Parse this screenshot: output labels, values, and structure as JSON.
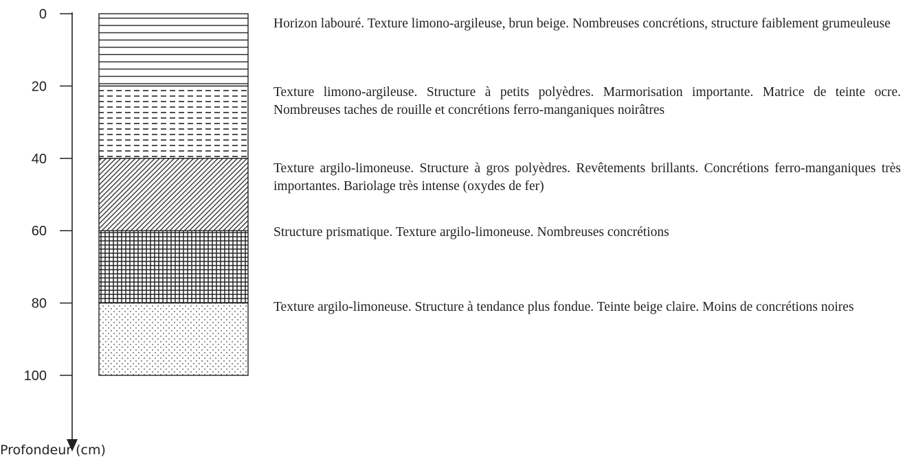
{
  "axis": {
    "label": "Profondeur (cm)",
    "ticks": [
      "0",
      "20",
      "40",
      "60",
      "80",
      "100"
    ]
  },
  "horizons": [
    {
      "name": "horizon-1",
      "pattern": "horizontal-lines",
      "top_cm": 0,
      "bottom_cm": 20,
      "description": "Horizon labouré. Texture limono-argileuse, brun beige. Nombreuses concrétions, structure faiblement grumeuleuse"
    },
    {
      "name": "horizon-2",
      "pattern": "dashed-lines",
      "top_cm": 20,
      "bottom_cm": 40,
      "description": "Texture limono-argileuse. Structure à petits polyèdres. Marmorisation importante. Matrice de teinte ocre. Nombreuses taches de rouille et concrétions ferro-manganiques noirâtres"
    },
    {
      "name": "horizon-3",
      "pattern": "diagonal-hatch",
      "top_cm": 40,
      "bottom_cm": 60,
      "description": "Texture argilo-limoneuse. Structure à gros polyèdres. Revêtements brillants. Concrétions ferro-manganiques très importantes. Bariolage très intense (oxydes de fer)"
    },
    {
      "name": "horizon-4",
      "pattern": "grid",
      "top_cm": 60,
      "bottom_cm": 80,
      "description": "Structure prismatique. Texture argilo-limoneuse. Nombreuses concrétions"
    },
    {
      "name": "horizon-5",
      "pattern": "dots",
      "top_cm": 80,
      "bottom_cm": 100,
      "description": "Texture argilo-limoneuse. Structure à tendance plus fondue. Teinte beige claire. Moins de concrétions noires"
    }
  ]
}
